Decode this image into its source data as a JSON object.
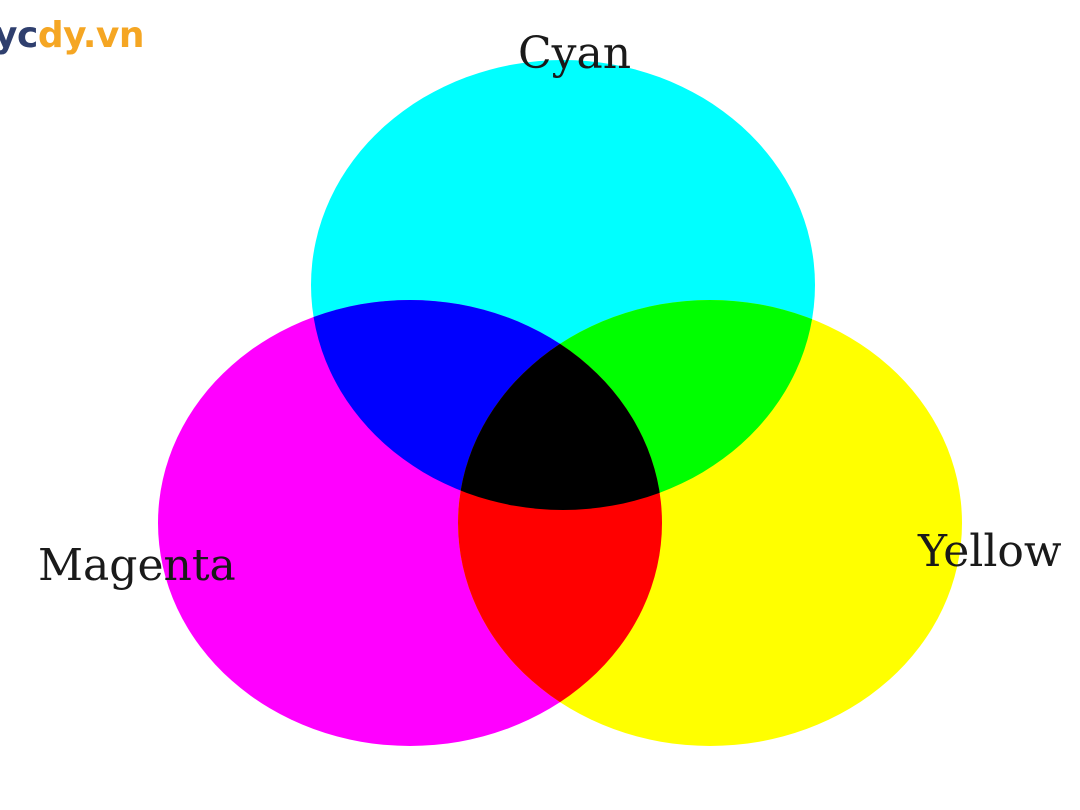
{
  "watermark": {
    "part1": "yc",
    "part2": "dy.vn",
    "color_primary": "#2f3f6e",
    "color_accent": "#f5a623"
  },
  "labels": {
    "cyan": "Cyan",
    "magenta": "Magenta",
    "yellow": "Yellow"
  },
  "colors": {
    "cyan": "#00ffff",
    "magenta": "#ff00ff",
    "yellow": "#ffff00",
    "cyan_magenta": "#0000ff",
    "cyan_yellow": "#00ff00",
    "magenta_yellow": "#ff0000",
    "all": "#000000"
  }
}
